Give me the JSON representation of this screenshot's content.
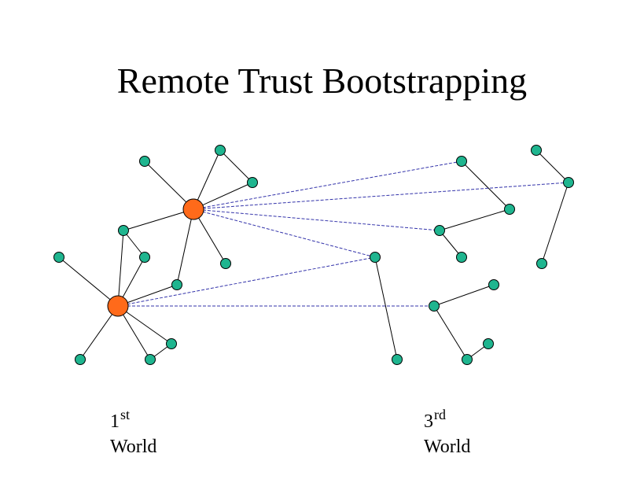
{
  "slide": {
    "title": "Remote Trust Bootstrapping"
  },
  "colors": {
    "background": "#ffffff",
    "small_node_fill": "#1fb58f",
    "hub_node_fill": "#ff6a1a",
    "solid_edge": "#000000",
    "dashed_edge": "#3333aa"
  },
  "labels": {
    "first": {
      "number": "1",
      "suffix": "st",
      "word": "World"
    },
    "third": {
      "number": "3",
      "suffix": "rd",
      "word": "World"
    }
  },
  "diagram": {
    "node_types": [
      "hub",
      "peer"
    ],
    "edge_styles": [
      "solid",
      "dashed"
    ]
  }
}
